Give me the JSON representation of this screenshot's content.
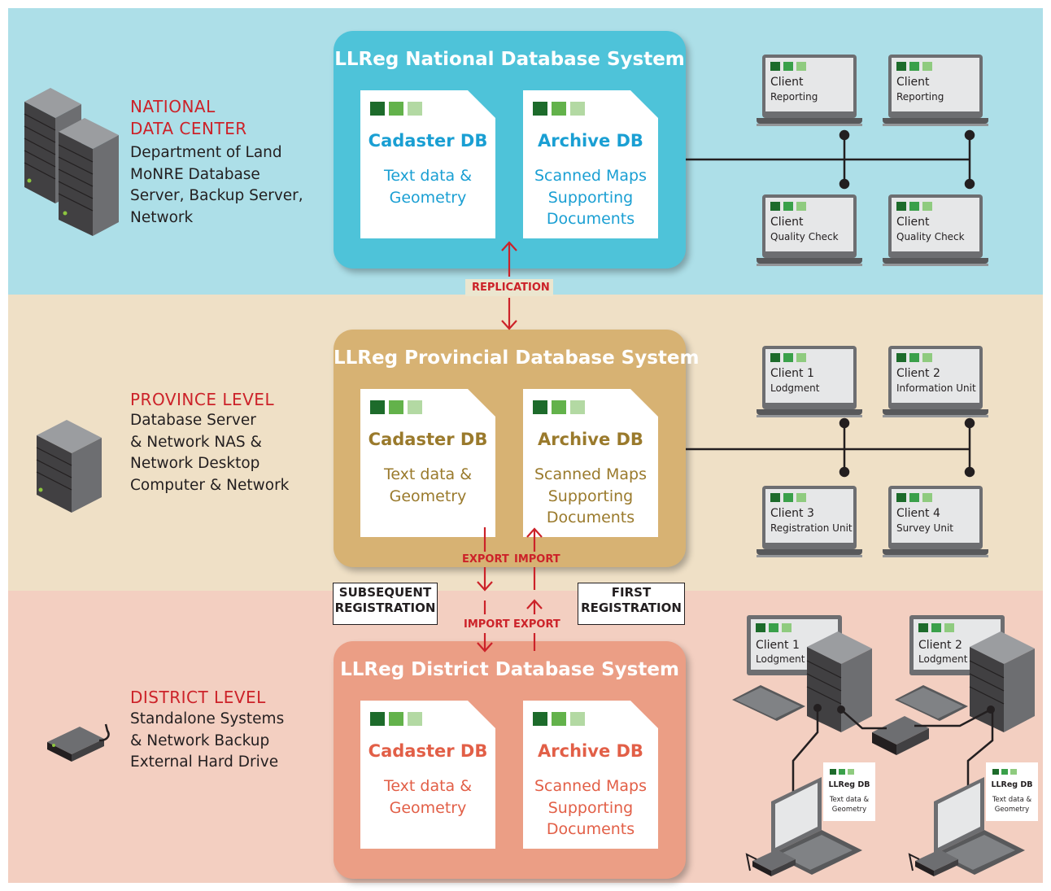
{
  "colors": {
    "national_band": "#addfe8",
    "province_band": "#efe0c6",
    "district_band": "#f3cfc1",
    "national_box": "#4ec3d9",
    "province_box": "#d7b273",
    "district_box": "#eb9e85",
    "national_text": "#1a9fd3",
    "province_text": "#9a7a2c",
    "district_text": "#e25f47",
    "arrow_red": "#cc2229"
  },
  "national": {
    "level_title": [
      "NATIONAL",
      "DATA CENTER"
    ],
    "level_desc": [
      "Department of Land",
      "MoNRE Database",
      "Server, Backup Server,",
      "Network"
    ],
    "system_title": "LLReg National Database System",
    "cadaster": {
      "title": "Cadaster DB",
      "body": [
        "Text data &",
        "Geometry"
      ]
    },
    "archive": {
      "title": "Archive DB",
      "body": [
        "Scanned Maps",
        "Supporting",
        "Documents"
      ]
    },
    "clients": [
      {
        "name": "Client",
        "role": "Reporting"
      },
      {
        "name": "Client",
        "role": "Reporting"
      },
      {
        "name": "Client",
        "role": "Quality Check"
      },
      {
        "name": "Client",
        "role": "Quality Check"
      }
    ]
  },
  "replication_label": "REPLICATION",
  "province": {
    "level_title": [
      "PROVINCE LEVEL"
    ],
    "level_desc": [
      "Database Server",
      "& Network NAS &",
      "Network Desktop",
      "Computer & Network"
    ],
    "system_title": "LLReg Provincial Database System",
    "cadaster": {
      "title": "Cadaster DB",
      "body": [
        "Text data &",
        "Geometry"
      ]
    },
    "archive": {
      "title": "Archive DB",
      "body": [
        "Scanned Maps",
        "Supporting",
        "Documents"
      ]
    },
    "clients": [
      {
        "name": "Client 1",
        "role": "Lodgment"
      },
      {
        "name": "Client 2",
        "role": "Information Unit"
      },
      {
        "name": "Client 3",
        "role": "Registration Unit"
      },
      {
        "name": "Client 4",
        "role": "Survey Unit"
      }
    ]
  },
  "flows": {
    "export_upper": "EXPORT",
    "import_upper": "IMPORT",
    "import_lower": "IMPORT",
    "export_lower": "EXPORT",
    "subsequent": [
      "SUBSEQUENT",
      "REGISTRATION"
    ],
    "first": [
      "FIRST",
      "REGISTRATION"
    ]
  },
  "district": {
    "level_title": [
      "DISTRICT LEVEL"
    ],
    "level_desc": [
      "Standalone Systems",
      "& Network Backup",
      "External Hard Drive"
    ],
    "system_title": "LLReg District Database System",
    "cadaster": {
      "title": "Cadaster DB",
      "body": [
        "Text data &",
        "Geometry"
      ]
    },
    "archive": {
      "title": "Archive DB",
      "body": [
        "Scanned Maps",
        "Supporting",
        "Documents"
      ]
    },
    "clients": [
      {
        "name": "Client 1",
        "role": "Lodgment"
      },
      {
        "name": "Client 2",
        "role": "Lodgment"
      }
    ],
    "local_db": [
      {
        "title": "LLReg DB",
        "body": [
          "Text data &",
          "Geometry"
        ]
      },
      {
        "title": "LLReg DB",
        "body": [
          "Text data &",
          "Geometry"
        ]
      }
    ]
  }
}
